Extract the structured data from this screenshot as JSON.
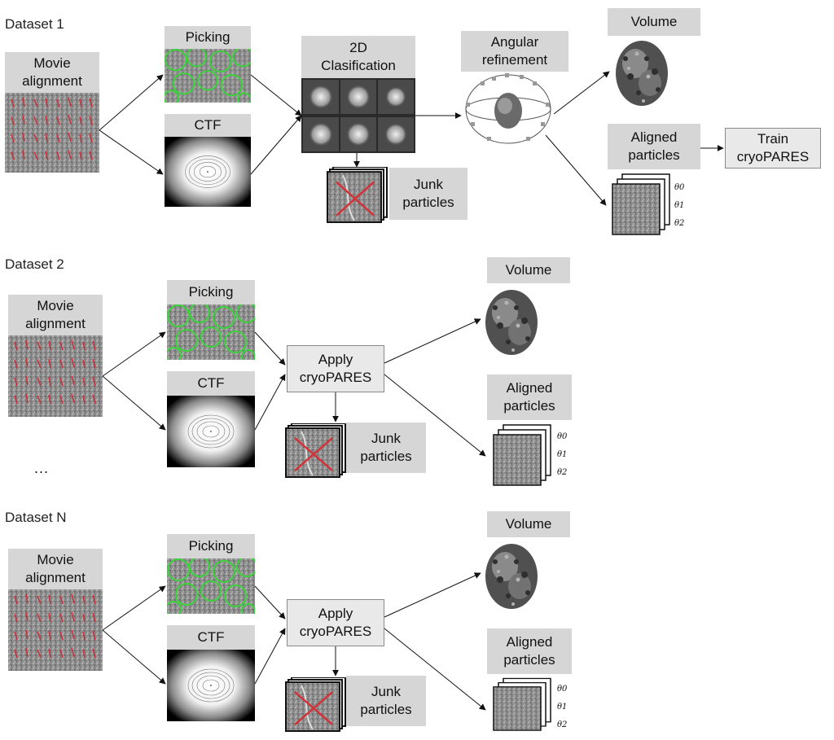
{
  "row1": {
    "dataset": "Dataset 1",
    "movie": [
      "Movie",
      "alignment"
    ],
    "picking": "Picking",
    "ctf": "CTF",
    "classification": [
      "2D",
      "Clasification"
    ],
    "junk": [
      "Junk",
      "particles"
    ],
    "angular": [
      "Angular",
      "refinement"
    ],
    "volume": "Volume",
    "aligned": [
      "Aligned",
      "particles"
    ],
    "train": [
      "Train",
      "cryoPARES"
    ],
    "thetas": [
      "θ0",
      "θ1",
      "θ2"
    ]
  },
  "row2": {
    "dataset": "Dataset 2",
    "movie": [
      "Movie",
      "alignment"
    ],
    "picking": "Picking",
    "ctf": "CTF",
    "apply": [
      "Apply",
      "cryoPARES"
    ],
    "junk": [
      "Junk",
      "particles"
    ],
    "volume": "Volume",
    "aligned": [
      "Aligned",
      "particles"
    ],
    "thetas": [
      "θ0",
      "θ1",
      "θ2"
    ],
    "ellipsis": "..."
  },
  "row3": {
    "dataset": "Dataset N",
    "movie": [
      "Movie",
      "alignment"
    ],
    "picking": "Picking",
    "ctf": "CTF",
    "apply": [
      "Apply",
      "cryoPARES"
    ],
    "junk": [
      "Junk",
      "particles"
    ],
    "volume": "Volume",
    "aligned": [
      "Aligned",
      "particles"
    ],
    "thetas": [
      "θ0",
      "θ1",
      "θ2"
    ]
  },
  "colors": {
    "label_bg": "#d6d6d6",
    "junk_cross": "#d0343a",
    "picking_circle": "#3cd23c",
    "motion_arrow": "#c8323c"
  }
}
